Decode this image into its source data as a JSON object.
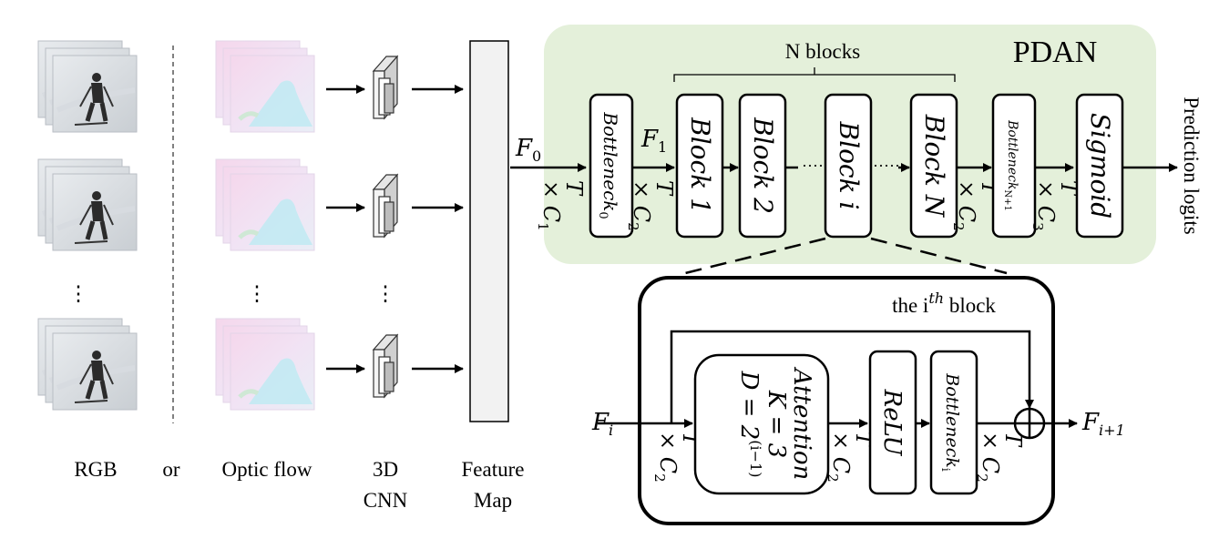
{
  "inputs": {
    "rgb_label": "RGB",
    "or_label": "or",
    "flow_label": "Optic flow",
    "cnn_label_1": "3D",
    "cnn_label_2": "CNN",
    "feature_label_1": "Feature",
    "feature_label_2": "Map",
    "ellipsis": "⋮"
  },
  "pdan": {
    "title": "PDAN",
    "n_blocks": "N blocks",
    "f0": "F",
    "f0_sub": "0",
    "f1": "F",
    "f1_sub": "1",
    "bottleneck0": "Bottleneck",
    "bottleneck0_sub": "0",
    "block1": "Block 1",
    "block2": "Block 2",
    "blocki": "Block i",
    "blockn": "Block N",
    "bottleneckN": "Bottleneck",
    "bottleneckN_sub": "N+1",
    "sigmoid": "Sigmoid",
    "dots": "·····",
    "output": "Prediction logits",
    "dim_t": "T",
    "dim_x_c": "× C",
    "c1": "1",
    "c2": "2",
    "c3": "3",
    "bg_color": "#e4f0da"
  },
  "block_detail": {
    "title": "the i",
    "title_sup": "th",
    "title_end": " block",
    "fi": "F",
    "fi_sub": "i",
    "fout": "F",
    "fout_sub": "i+1",
    "attention": "Attention",
    "k": "K = 3",
    "d": "D = 2",
    "d_sup": "(i−1)",
    "relu": "ReLU",
    "bottleneck": "Bottleneck",
    "bottleneck_sub": "i",
    "plus": "⊕"
  }
}
